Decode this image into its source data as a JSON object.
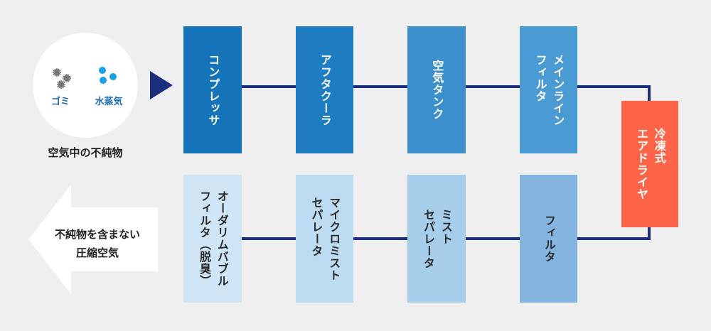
{
  "source": {
    "dust_label": "ゴミ",
    "vapor_label": "水蒸気",
    "caption": "空気中の不純物"
  },
  "top_row": [
    {
      "label": "コンプレッサ",
      "color": "#1573b9"
    },
    {
      "label": "アフタクーラ",
      "color": "#1e7cc0"
    },
    {
      "label": "空気タンク",
      "color": "#3a8fcc"
    },
    {
      "label": "メインライン\nフィルタ",
      "color": "#4a9bd4"
    }
  ],
  "dryer": {
    "label": "冷凍式\nエアドライヤ",
    "color": "#fe6548"
  },
  "bottom_row": [
    {
      "label": "オーダリムバブル\nフィルタ（脱臭）",
      "color": "#cfe5f6"
    },
    {
      "label": "マイクロミスト\nセパレータ",
      "color": "#bedcf1"
    },
    {
      "label": "ミスト\nセパレータ",
      "color": "#a6cdea"
    },
    {
      "label": "フィルタ",
      "color": "#84b5e0"
    }
  ],
  "output": {
    "line1": "不純物を含まない",
    "line2": "圧縮空気"
  },
  "colors": {
    "pipe": "#1c2f7e",
    "arrow": "#1c2f7e",
    "dust": "#777777",
    "vapor": "#1aa0e4",
    "output_arrow": "#ffffff"
  }
}
